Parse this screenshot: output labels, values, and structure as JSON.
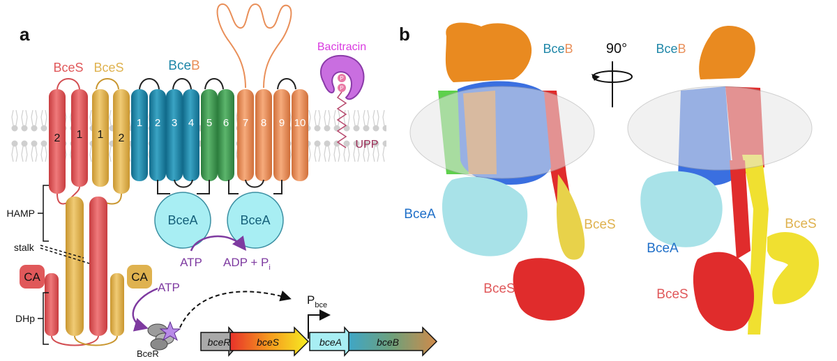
{
  "panels": {
    "a": {
      "letter": "a",
      "labels": {
        "bces_left": "BceS",
        "bces_right": "BceS",
        "bceb": "BceB",
        "bacitracin": "Bacitracin",
        "upp": "UPP",
        "p": "P",
        "hamp": "HAMP",
        "stalk": "stalk",
        "dhp": "DHp",
        "ca": "CA",
        "bcea": "BceA",
        "atp": "ATP",
        "adp": "ADP + P",
        "adp_sub": "i",
        "bcer": "BceR",
        "promoter": "P",
        "promoter_sub": "bce"
      },
      "helix_numbers_bces": [
        "2",
        "1",
        "1",
        "2"
      ],
      "helix_numbers_bceb": [
        "1",
        "2",
        "3",
        "4",
        "5",
        "6",
        "7",
        "8",
        "9",
        "10"
      ],
      "genes": [
        "bceR",
        "bceS",
        "bceA",
        "bceB"
      ]
    },
    "b": {
      "letter": "b",
      "rotation": "90°",
      "labels": {
        "bceb": "BceB",
        "bcea": "BceA",
        "bces_yellow": "BceS",
        "bces_red": "BceS"
      }
    }
  },
  "colors": {
    "bces_red": "#e0585a",
    "bces_yellow": "#dfb24f",
    "teal": "#1f87a8",
    "green": "#3f9a52",
    "orange": "#e98f59",
    "bcea_fill": "#a8eef3",
    "purple": "#7e3aa0",
    "magenta": "#d93ae0"
  }
}
